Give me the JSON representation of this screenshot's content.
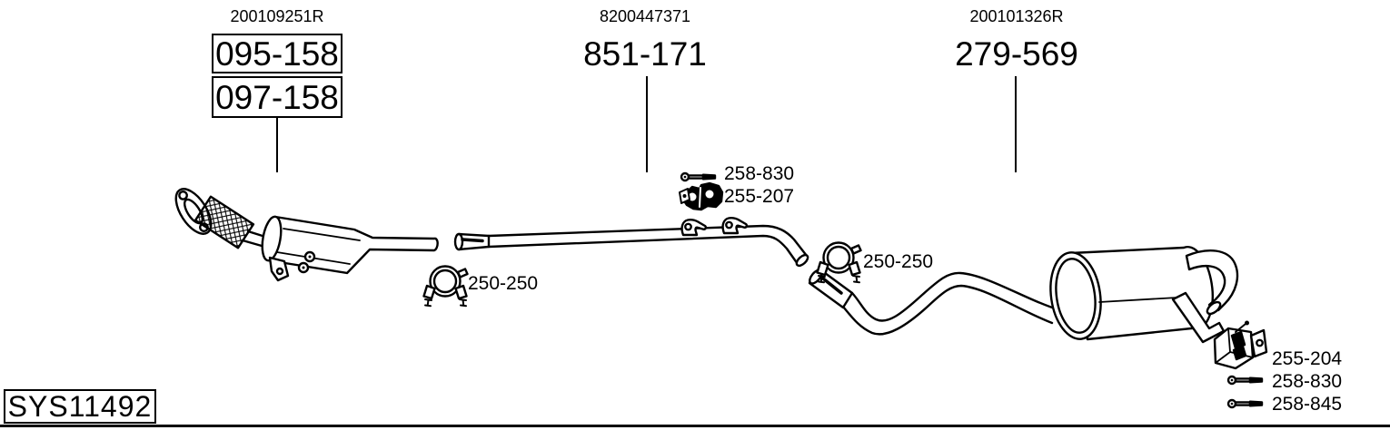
{
  "header_groups": [
    {
      "ref": "200109251R",
      "codes": [
        "095-158",
        "097-158"
      ]
    },
    {
      "ref": "8200447371",
      "codes": [
        "851-171"
      ]
    },
    {
      "ref": "200101326R",
      "codes": [
        "279-569"
      ]
    }
  ],
  "part_labels": {
    "mid_bolt": "258-830",
    "mid_rubber_mount": "255-207",
    "front_clamp": "250-250",
    "rear_clamp": "250-250",
    "rear_bracket": "255-204",
    "rear_bolt_upper": "258-830",
    "rear_bolt_lower": "258-845"
  },
  "footer": {
    "system_id": "SYS11492"
  },
  "icons": {
    "mid_bolt": "bolt-icon",
    "mid_rubber_mount": "rubber-mount-icon",
    "front_clamp": "pipe-clamp-icon",
    "rear_clamp": "pipe-clamp-icon",
    "rear_bracket": "mounting-bracket-icon",
    "rear_bolt_upper": "bolt-icon",
    "rear_bolt_lower": "bolt-icon"
  },
  "colors": {
    "line": "#000000",
    "background": "#ffffff"
  }
}
